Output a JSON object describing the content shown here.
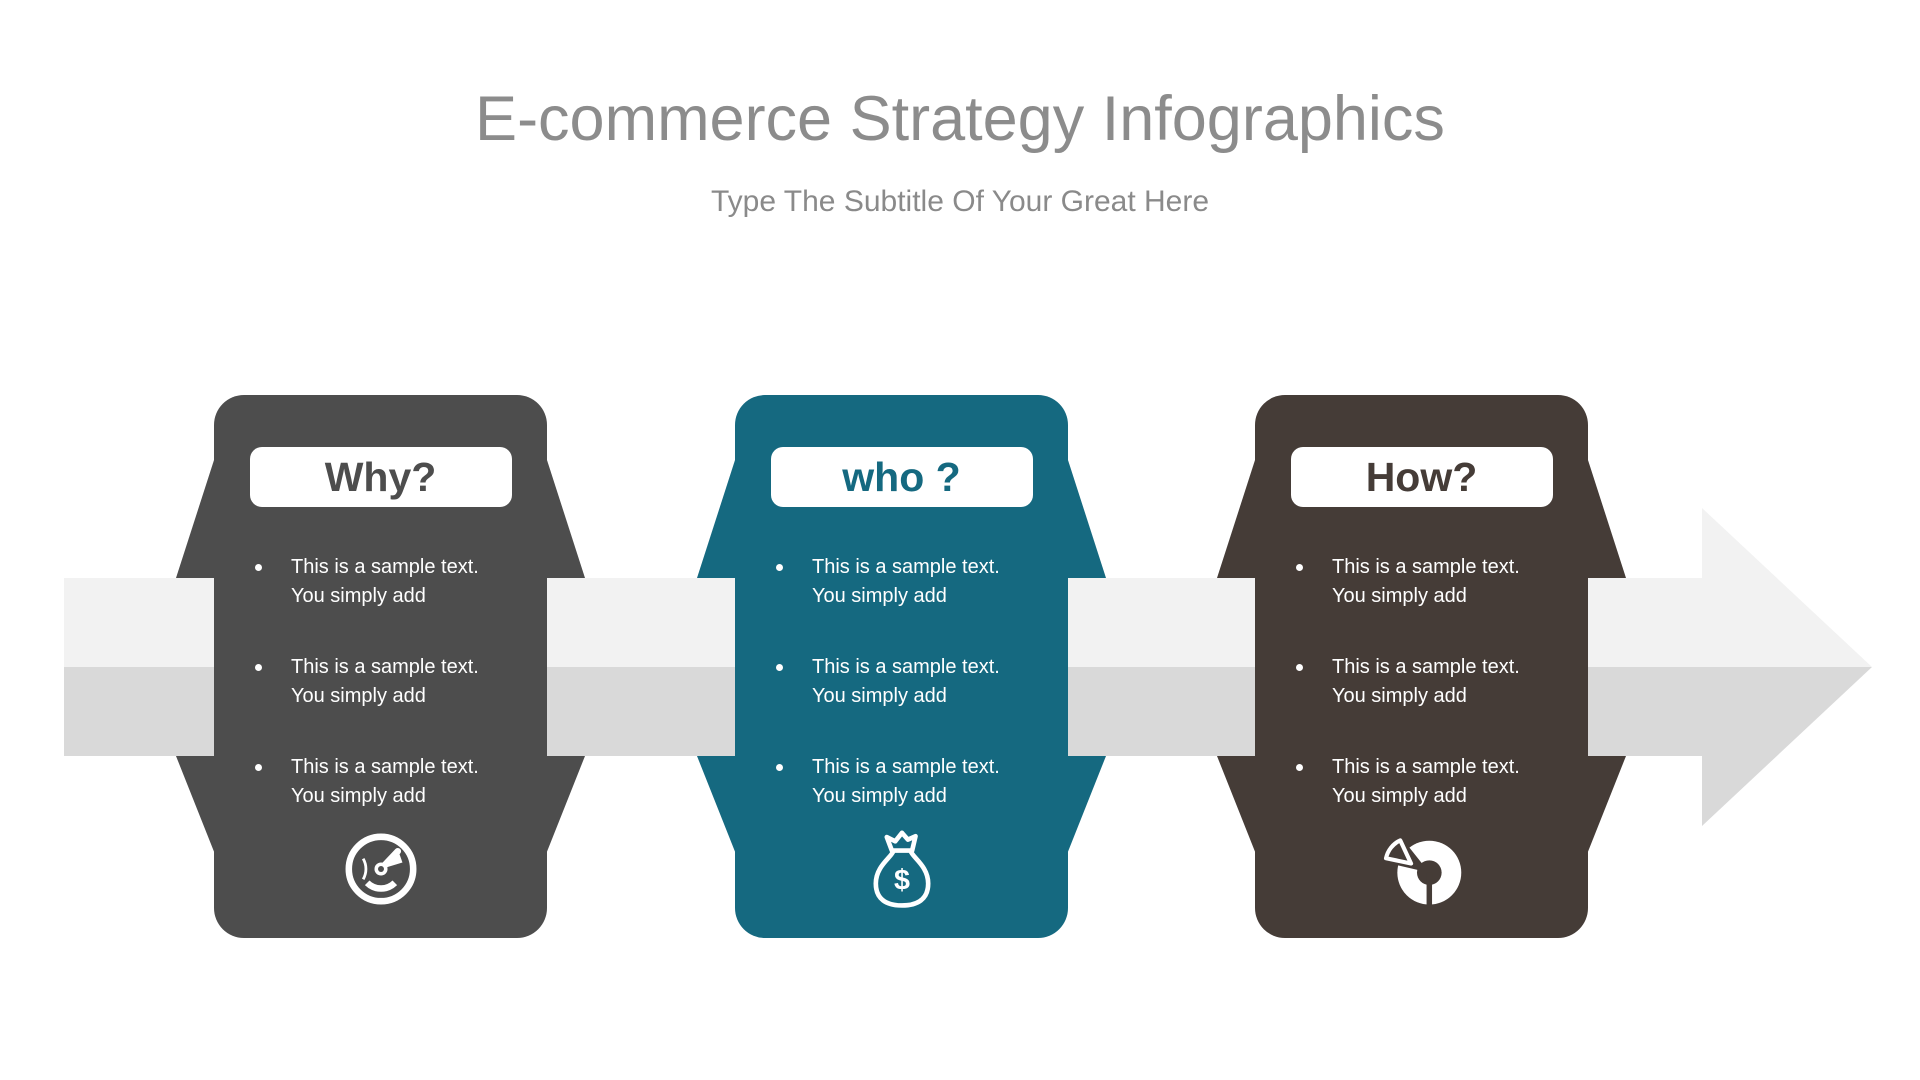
{
  "slide": {
    "title": "E-commerce Strategy Infographics",
    "subtitle": "Type The Subtitle Of Your Great Here",
    "title_color": "#8c8c8c",
    "subtitle_color": "#8a8a8a",
    "background": "#ffffff"
  },
  "arrow": {
    "direction": "right",
    "light_color": "#f2f2f2",
    "dark_color": "#d9d9d9"
  },
  "cards": [
    {
      "label": "Why?",
      "color": "#4d4d4d",
      "icon": "speedometer-icon",
      "bullets": [
        {
          "line1": "This is a sample text.",
          "line2": "You simply add"
        },
        {
          "line1": "This is a sample text.",
          "line2": "You simply add"
        },
        {
          "line1": "This is a sample text.",
          "line2": "You simply add"
        }
      ]
    },
    {
      "label": "who ?",
      "color": "#156980",
      "icon": "money-bag-icon",
      "bullets": [
        {
          "line1": "This is a sample text.",
          "line2": "You simply add"
        },
        {
          "line1": "This is a sample text.",
          "line2": "You simply add"
        },
        {
          "line1": "This is a sample text.",
          "line2": "You simply add"
        }
      ]
    },
    {
      "label": "How?",
      "color": "#453c37",
      "icon": "donut-chart-icon",
      "bullets": [
        {
          "line1": "This is a sample text.",
          "line2": "You simply add"
        },
        {
          "line1": "This is a sample text.",
          "line2": "You simply add"
        },
        {
          "line1": "This is a sample text.",
          "line2": "You simply add"
        }
      ]
    }
  ]
}
